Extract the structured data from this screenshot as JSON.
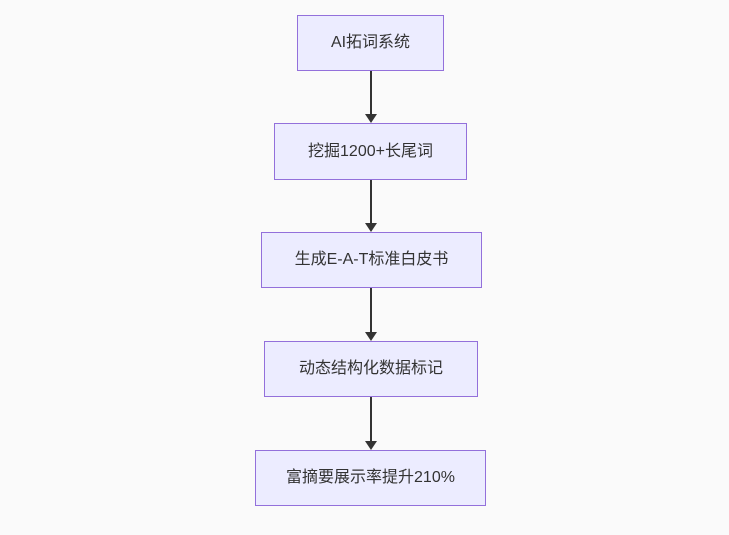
{
  "diagram": {
    "type": "flowchart",
    "direction": "top-down",
    "nodes": [
      {
        "id": "n1",
        "label": "AI拓词系统"
      },
      {
        "id": "n2",
        "label": "挖掘1200+长尾词"
      },
      {
        "id": "n3",
        "label": "生成E-A-T标准白皮书"
      },
      {
        "id": "n4",
        "label": "动态结构化数据标记"
      },
      {
        "id": "n5",
        "label": "富摘要展示率提升210%"
      }
    ],
    "edges": [
      {
        "from": "n1",
        "to": "n2",
        "style": "arrow-down"
      },
      {
        "from": "n2",
        "to": "n3",
        "style": "arrow-down"
      },
      {
        "from": "n3",
        "to": "n4",
        "style": "arrow-down"
      },
      {
        "from": "n4",
        "to": "n5",
        "style": "arrow-down"
      }
    ],
    "colors": {
      "background": "#FAFAFA",
      "node_fill": "#ECECFF",
      "node_border": "#9370DB",
      "node_text": "#333333",
      "arrow": "#333333"
    }
  }
}
